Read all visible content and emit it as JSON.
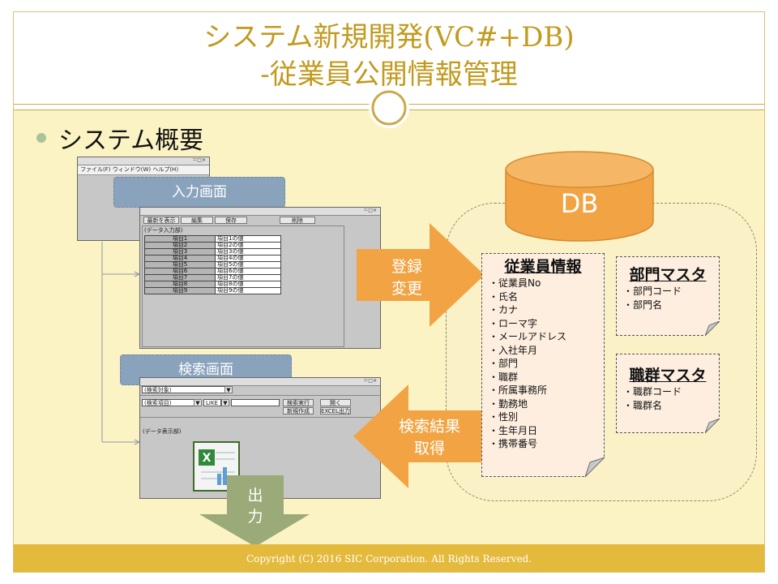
{
  "title": {
    "line1": "システム新規開発(VC#+DB)",
    "line2": "-従業員公開情報管理"
  },
  "subtitle": "システム概要",
  "main_window": {
    "menu": "ファイル(F)          ウィンドウ(W)     ヘルプ(H)"
  },
  "input_screen": {
    "label": "入力画面",
    "toolbar": [
      "最新を表示",
      "編集",
      "保存",
      "削除"
    ],
    "section_label": "(データ入力部)",
    "rows": [
      {
        "item": "項目1",
        "value": "項目1の値"
      },
      {
        "item": "項目2",
        "value": "項目2の値"
      },
      {
        "item": "項目3",
        "value": "項目3の値"
      },
      {
        "item": "項目4",
        "value": "項目4の値"
      },
      {
        "item": "項目5",
        "value": "項目5の値"
      },
      {
        "item": "項目6",
        "value": "項目6の値"
      },
      {
        "item": "項目7",
        "value": "項目7の値"
      },
      {
        "item": "項目8",
        "value": "項目8の値"
      },
      {
        "item": "項目9",
        "value": "項目9の値"
      }
    ]
  },
  "search_screen": {
    "label": "検索画面",
    "target_field": "(検索対象)",
    "item_field": "(検索項目)",
    "like_field": "LIKE",
    "search_button": "検索実行",
    "new_button": "新規作成",
    "open_button": "開く",
    "excel_button": "EXCEL出力",
    "display_label": "(データ表示部)"
  },
  "arrows": {
    "register_line1": "登録",
    "register_line2": "変更",
    "fetch_line1": "検索結果",
    "fetch_line2": "取得",
    "output_line1": "出",
    "output_line2": "力"
  },
  "db": {
    "label": "DB"
  },
  "employee_info": {
    "title": "従業員情報",
    "items": [
      "・従業員No",
      "・氏名",
      "・カナ",
      "・ローマ字",
      "・メールアドレス",
      "・入社年月",
      "・部門",
      "・職群",
      "・所属事務所",
      "・勤務地",
      "・性別",
      "・生年月日",
      "・携帯番号"
    ]
  },
  "dept_master": {
    "title": "部門マスタ",
    "items": [
      "・部門コード",
      "・部門名"
    ]
  },
  "job_master": {
    "title": "職群マスタ",
    "items": [
      "・職群コード",
      "・職群名"
    ]
  },
  "footer": "Copyright (C) 2016 SIC Corporation. All Rights Reserved.",
  "colors": {
    "title": "#c29a1e",
    "slide_bg": "#fcf3c4",
    "footer_bar": "#e4ba3c",
    "arrow_orange": "#f2a444",
    "db_cylinder": "#f2a444",
    "output_arrow": "#9aaa78",
    "screen_label": "#8aa3bd"
  }
}
